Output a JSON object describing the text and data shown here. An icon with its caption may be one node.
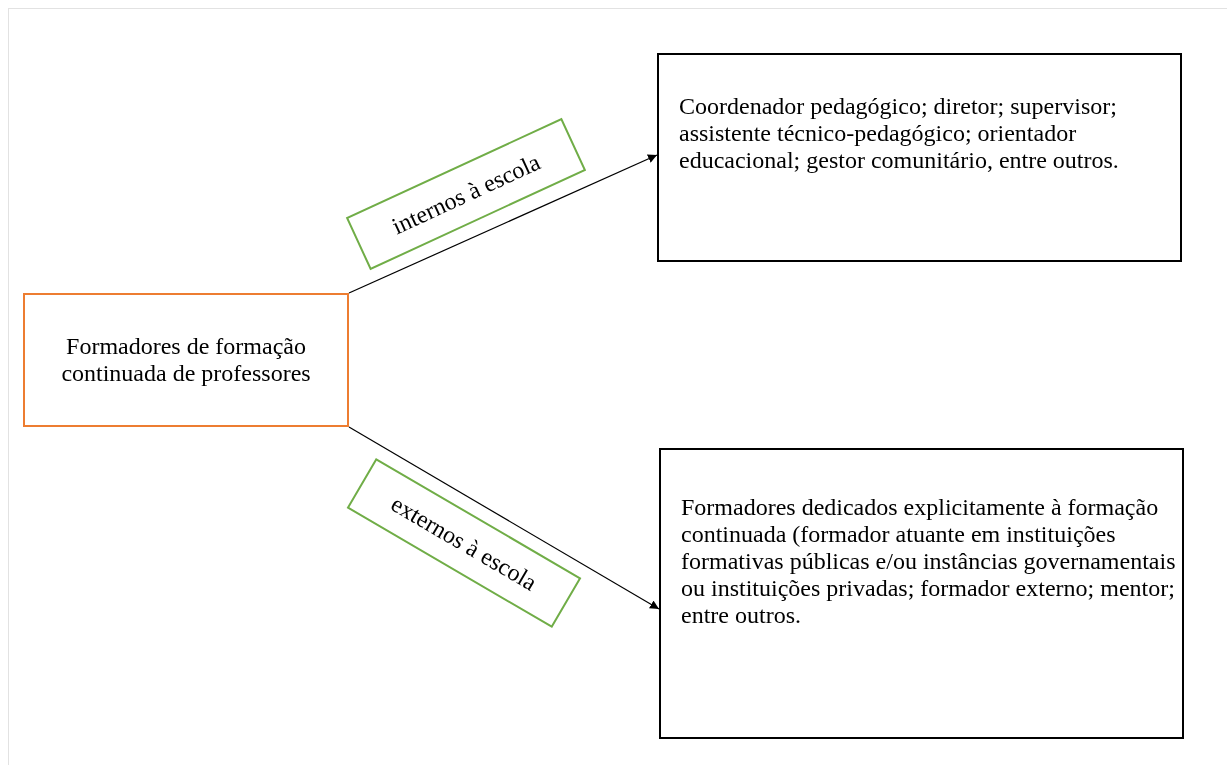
{
  "diagram": {
    "nodes": [
      {
        "text": [
          "Formadores de formação continuada de professores"
        ]
      },
      {
        "text": [
          "Coordenador pedagógico; diretor; supervisor; assistente técnico-pedagógico; orientador educacional; gestor comunitário, entre outros."
        ]
      },
      {
        "text": [
          "Formadores dedicados explicitamente à formação continuada (formador atuante em instituições formativas públicas e/ou instâncias governamentais ou instituições privadas; formador externo; mentor; entre outros."
        ]
      }
    ],
    "edges": [
      {
        "from": 0,
        "to": 1,
        "arrow": "to",
        "label": "internos à escola"
      },
      {
        "from": 0,
        "to": 2,
        "arrow": "to",
        "label": "externos à escola"
      }
    ]
  }
}
